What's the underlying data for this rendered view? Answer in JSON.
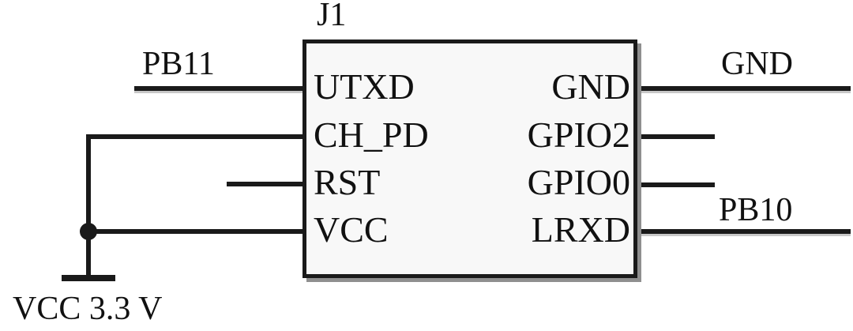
{
  "component": {
    "designator": "J1",
    "left_pins": [
      {
        "name": "UTXD"
      },
      {
        "name": "CH_PD"
      },
      {
        "name": "RST"
      },
      {
        "name": "VCC"
      }
    ],
    "right_pins": [
      {
        "name": "GND"
      },
      {
        "name": "GPIO2"
      },
      {
        "name": "GPIO0"
      },
      {
        "name": "LRXD"
      }
    ]
  },
  "net_labels": {
    "pb11": "PB11",
    "gnd": "GND",
    "pb10": "PB10",
    "vcc_rail": "VCC 3.3 V"
  },
  "connections": [
    {
      "pin": "UTXD",
      "net": "PB11"
    },
    {
      "pin": "CH_PD",
      "net": "VCC 3.3 V"
    },
    {
      "pin": "RST",
      "net": "unconnected stub"
    },
    {
      "pin": "VCC",
      "net": "VCC 3.3 V"
    },
    {
      "pin": "GND",
      "net": "GND"
    },
    {
      "pin": "GPIO2",
      "net": "unconnected stub"
    },
    {
      "pin": "GPIO0",
      "net": "unconnected stub"
    },
    {
      "pin": "LRXD",
      "net": "PB10"
    }
  ],
  "colors": {
    "wire": "#1a1a1a",
    "box_fill": "#f8f8f8",
    "box_border": "#1a1a1a",
    "box_shadow": "#8f8f8f",
    "text": "#111111",
    "background": "#ffffff"
  }
}
